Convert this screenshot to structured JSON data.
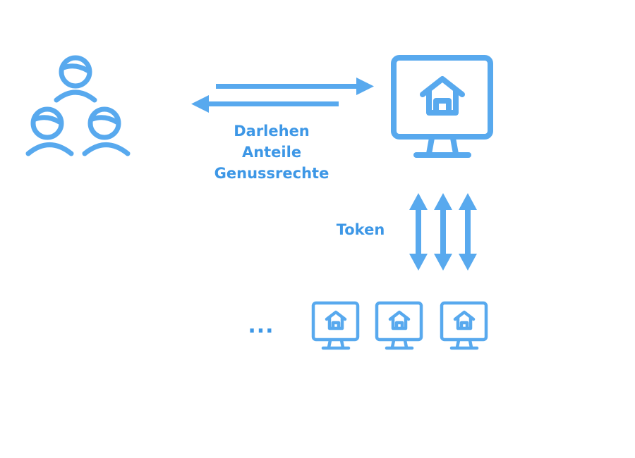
{
  "colors": {
    "accent": "#58a9ee",
    "text": "#3d97e6"
  },
  "icons": {
    "investors": "group-of-people-icon",
    "platform": "monitor-with-house-icon",
    "nodes": "monitor-with-house-icon"
  },
  "labels": {
    "exchange_terms": [
      "Darlehen",
      "Anteile",
      "Genussrechte"
    ],
    "token": "Token",
    "more_nodes": "..."
  }
}
